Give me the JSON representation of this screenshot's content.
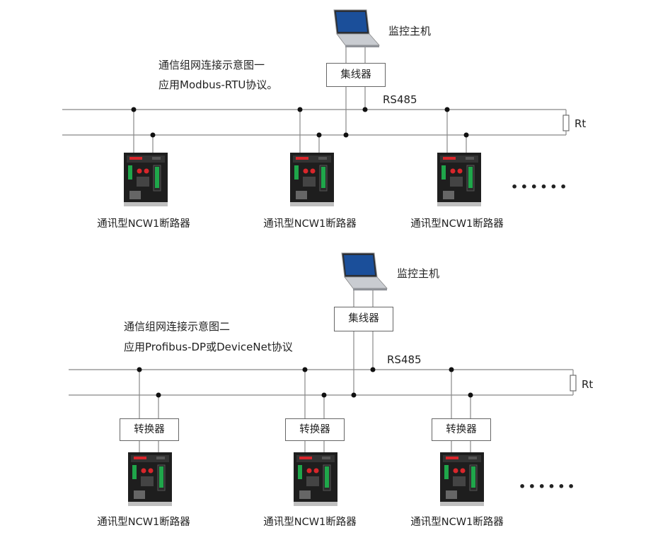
{
  "diagram1": {
    "title_line1": "通信组网连接示意图一",
    "title_line2": "应用Modbus-RTU协议。",
    "host_label": "监控主机",
    "hub_label": "集线器",
    "bus_label": "RS485",
    "terminator_label": "Rt",
    "breaker_labels": [
      "通讯型NCW1断路器",
      "通讯型NCW1断路器",
      "通讯型NCW1断路器"
    ],
    "ellipsis": "• • • • • •"
  },
  "diagram2": {
    "title_line1": "通信组网连接示意图二",
    "title_line2": "应用Profibus-DP或DeviceNet协议",
    "host_label": "监控主机",
    "hub_label": "集线器",
    "bus_label": "RS485",
    "terminator_label": "Rt",
    "converter_labels": [
      "转换器",
      "转换器",
      "转换器"
    ],
    "breaker_labels": [
      "通讯型NCW1断路器",
      "通讯型NCW1断路器",
      "通讯型NCW1断路器"
    ],
    "ellipsis": "• • • • • •"
  },
  "colors": {
    "line": "#888888",
    "dot": "#111111",
    "breaker_body": "#1e1e1e",
    "breaker_green": "#1fa64a",
    "breaker_red": "#d8262b"
  }
}
